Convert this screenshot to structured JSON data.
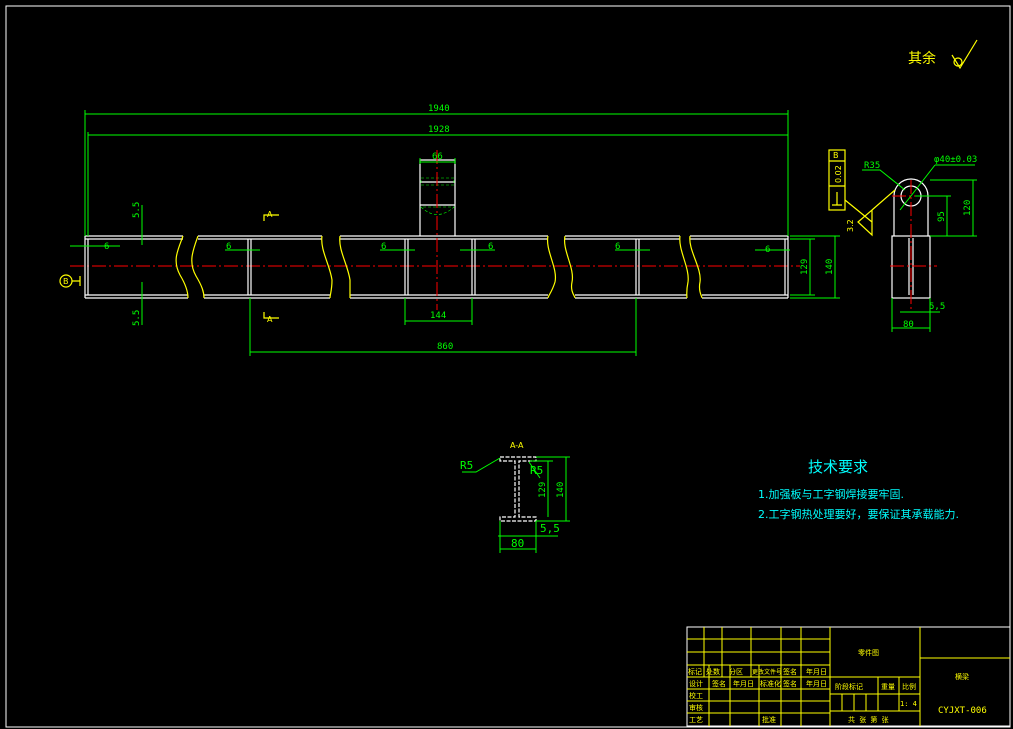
{
  "surface_note": "其余",
  "dimensions": {
    "overall_length": "1940",
    "inner_length": "1928",
    "lug_width": "66",
    "stiffener_spacing": "144",
    "stiffener_offset": "860",
    "plate_thickness": "6",
    "flange_thickness": "5.5",
    "web_height": "129",
    "total_height": "140",
    "lug_radius": "R35",
    "hole_diameter": "φ40±0.03",
    "hole_height": "95",
    "lug_height": "120",
    "side_width": "80",
    "side_thickness": "5,5",
    "roughness": "3.2",
    "flatness": "0.02",
    "datum": "B"
  },
  "section": {
    "label": "A",
    "title": "A-A",
    "fillet_radius": "R5",
    "web_height": "129",
    "total_height": "140",
    "flange_thickness": "5,5",
    "flange_width": "80"
  },
  "requirements": {
    "title": "技术要求",
    "items": [
      "1.加强板与工字钢焊接要牢固.",
      "2.工字钢热处理要好，要保证其承载能力."
    ]
  },
  "title_block": {
    "drawing_type": "零件图",
    "part_name": "横梁",
    "drawing_number": "CYJXT-006",
    "scale": "1: 4",
    "stage_mark": "阶段标记",
    "weight": "重量",
    "scale_label": "比例",
    "sheets": "共  张  第  张",
    "rev_headers": [
      "标记",
      "处数",
      "分区",
      "更改文件号",
      "签名",
      "年月日"
    ],
    "sign_headers": [
      "设计",
      "签名",
      "年月日",
      "标准化",
      "签名",
      "年月日"
    ],
    "checker": "校工",
    "reviewer": "审核",
    "process": "工艺",
    "approve": "批准"
  },
  "colors": {
    "dimension": "#00ff00",
    "outline": "#ffffff",
    "annotation": "#ffff00",
    "centerline": "#ff0000",
    "notes": "#00ffff"
  }
}
